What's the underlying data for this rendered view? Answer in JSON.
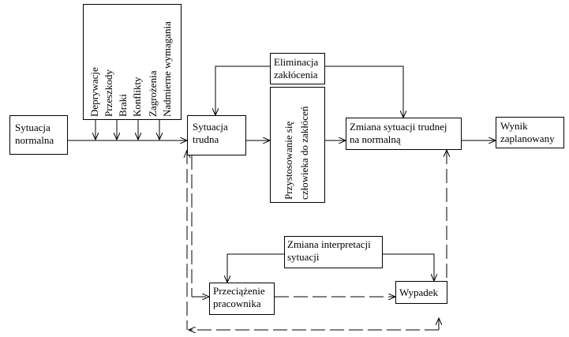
{
  "boxes": {
    "normal": [
      "Sytuacja",
      "normalna"
    ],
    "difficult": [
      "Sytuacja",
      "trudna"
    ],
    "elimination": [
      "Eliminacja",
      "zakłócenia"
    ],
    "adaptation": [
      "Przystosowanie się",
      "człowieka do zakłóceń"
    ],
    "change": [
      "Zmiana sytuacji trudnej",
      "na normalną"
    ],
    "result": [
      "Wynik",
      "zaplanowany"
    ],
    "reinterpretation": [
      "Zmiana interpretacji",
      "sytuacji"
    ],
    "overload": [
      "Przeciążenie",
      "pracownika"
    ],
    "accident": [
      "Wypadek"
    ]
  },
  "factors": [
    "Deprywacje",
    "Przeszkody",
    "Braki",
    "Konflikty",
    "Zagrożenia",
    "Nadmierne wymagania"
  ]
}
